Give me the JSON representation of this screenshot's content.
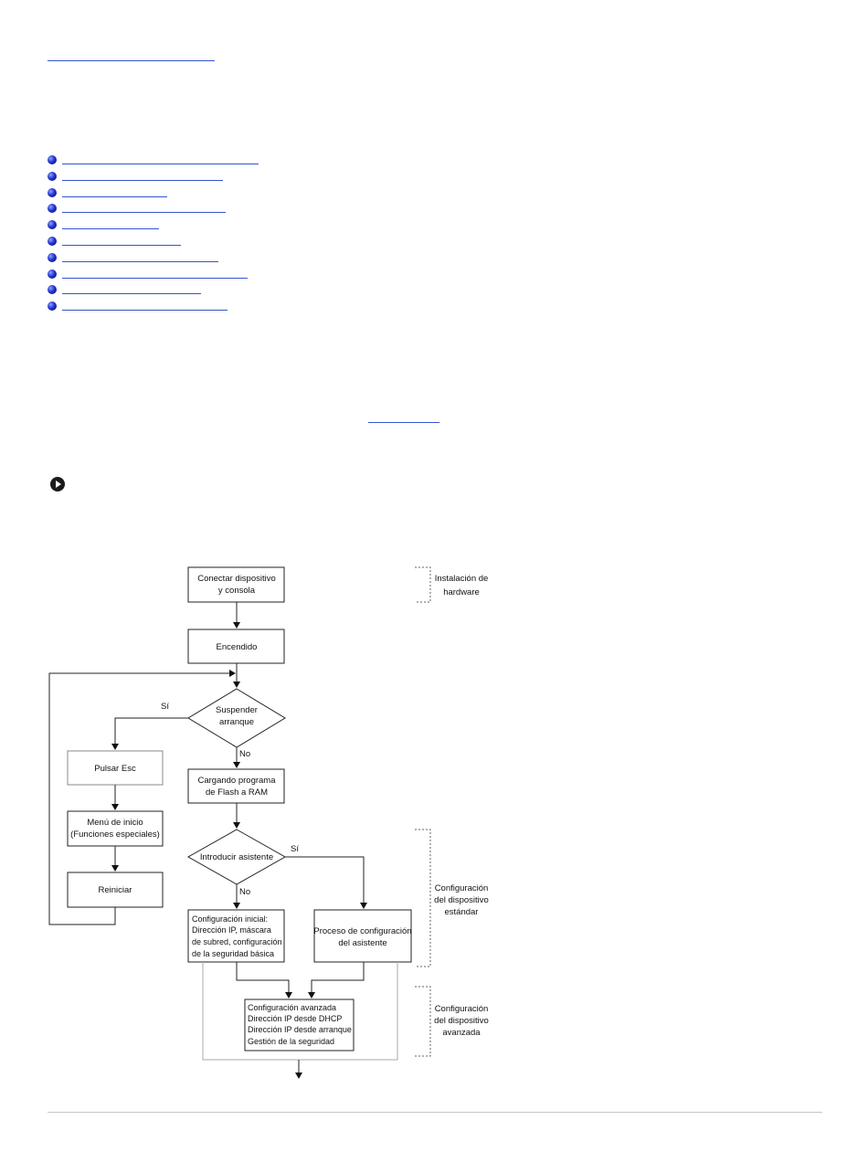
{
  "flowchart": {
    "hw_label": [
      "Instalación de",
      "hardware"
    ],
    "std_label": [
      "Configuración",
      "del dispositivo",
      "estándar"
    ],
    "adv_label": [
      "Configuración",
      "del dispositivo",
      "avanzada"
    ],
    "connect": [
      "Conectar dispositivo",
      "y consola"
    ],
    "power": "Encendido",
    "suspend": [
      "Suspender",
      "arranque"
    ],
    "yes1": "Sí",
    "no1": "No",
    "press_esc": "Pulsar Esc",
    "load_flash": [
      "Cargando programa",
      "de Flash a RAM"
    ],
    "boot_menu": [
      "Menú de inicio",
      "(Funciones especiales)"
    ],
    "enter_wizard": "Introducir asistente",
    "yes2": "Sí",
    "no2": "No",
    "restart": "Reiniciar",
    "initial_config": [
      "Configuración inicial:",
      "Dirección IP, máscara",
      "de subred, configuración",
      "de la seguridad básica"
    ],
    "wizard_process": [
      "Proceso de configuración",
      "del asistente"
    ],
    "advanced_config": [
      "Configuración avanzada",
      "Dirección IP desde DHCP",
      "Dirección IP desde arranque",
      "Gestión de la seguridad"
    ]
  }
}
